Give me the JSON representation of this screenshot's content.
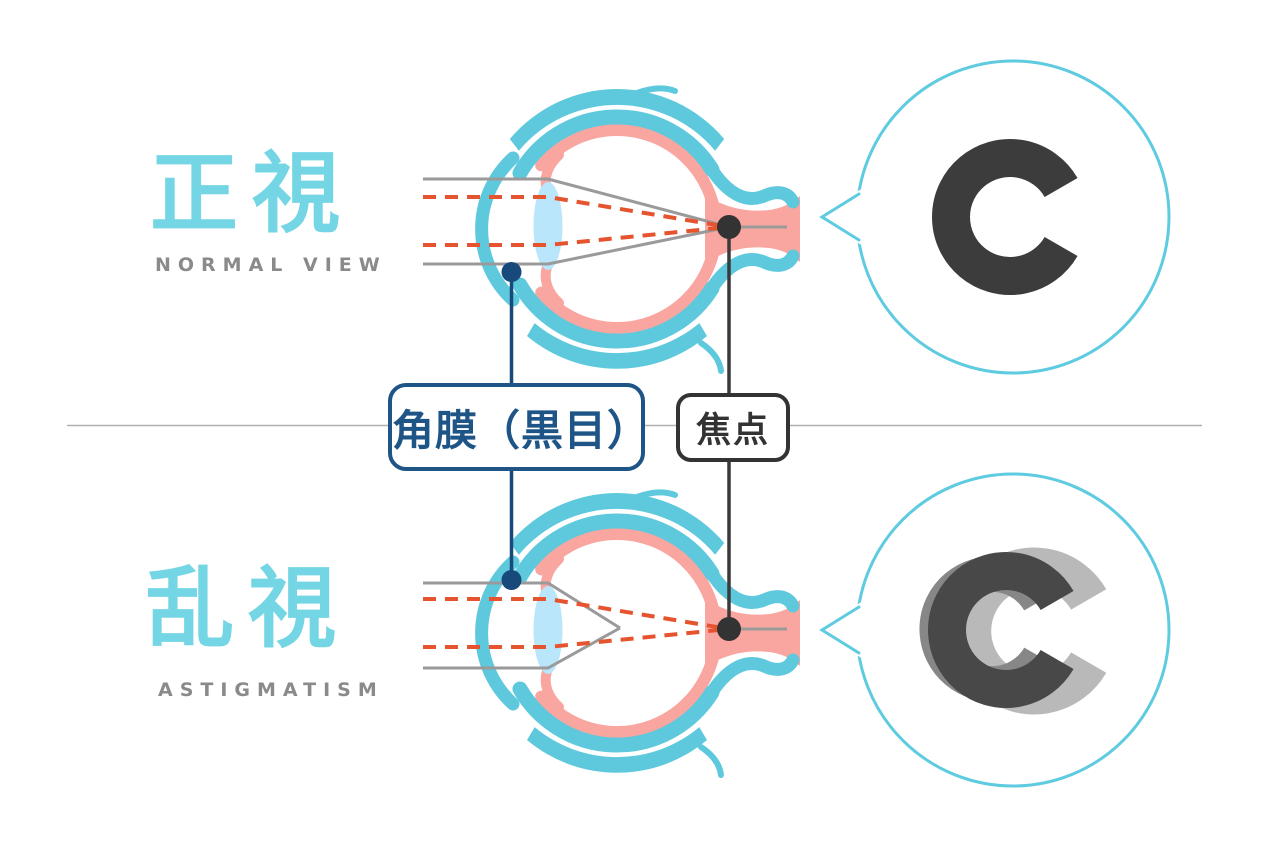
{
  "sections": [
    {
      "id": "normal",
      "title_jp": "正視",
      "title_en": "NORMAL VIEW",
      "optotype": "C",
      "optotype_appearance": "sharp single letter",
      "focus_location": "on retina"
    },
    {
      "id": "astigmatism",
      "title_jp": "乱視",
      "title_en": "ASTIGMATISM",
      "optotype": "C",
      "optotype_appearance": "doubled / ghosted blurred letter",
      "focus_location": "multiple focal points, in front of retina"
    }
  ],
  "callouts": {
    "cornea_label": "角膜（黒目）",
    "focal_label": "焦点"
  },
  "colors": {
    "sclera_cyan": "#5ec9dd",
    "choroid_pink": "#f9a5a0",
    "lens_blue": "#b9e6fa",
    "ray_gray": "#9a9a9a",
    "ray_red_dashed": "#e5542e",
    "cornea_navy": "#1e5586",
    "focal_dark": "#333333",
    "title_cyan": "#74d6e5",
    "subtitle_gray": "#8a8a8a",
    "bubble_border_cyan": "#5fcbe0",
    "optotype_dark": "#3c3c3c",
    "optotype_ghost_light": "#b9b9b9",
    "optotype_ghost_mid": "#878787"
  }
}
